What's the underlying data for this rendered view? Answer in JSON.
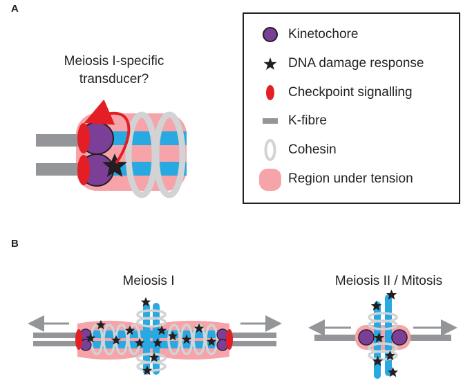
{
  "panel_a": {
    "letter": "A",
    "question_line1": "Meiosis I-specific",
    "question_line2": "transducer?"
  },
  "legend": {
    "items": [
      {
        "label": "Kinetochore",
        "icon": "kinetochore-icon"
      },
      {
        "label": "DNA damage response",
        "icon": "star-icon"
      },
      {
        "label": "Checkpoint signalling",
        "icon": "checkpoint-icon"
      },
      {
        "label": "K-fibre",
        "icon": "k-fibre-icon"
      },
      {
        "label": "Cohesin",
        "icon": "cohesin-ring-icon"
      },
      {
        "label": "Region under tension",
        "icon": "tension-region-icon"
      }
    ]
  },
  "panel_b": {
    "letter": "B",
    "meiosis1_title": "Meiosis I",
    "meiosis2_title": "Meiosis II / Mitosis"
  },
  "colors": {
    "kinetochore": "#7b3f98",
    "checkpoint": "#e31e24",
    "kfibre": "#939598",
    "chromatid": "#29a9e1",
    "cohesin": "#d1d3d4",
    "tension": "#f6a4a9",
    "star": "#231f20"
  }
}
